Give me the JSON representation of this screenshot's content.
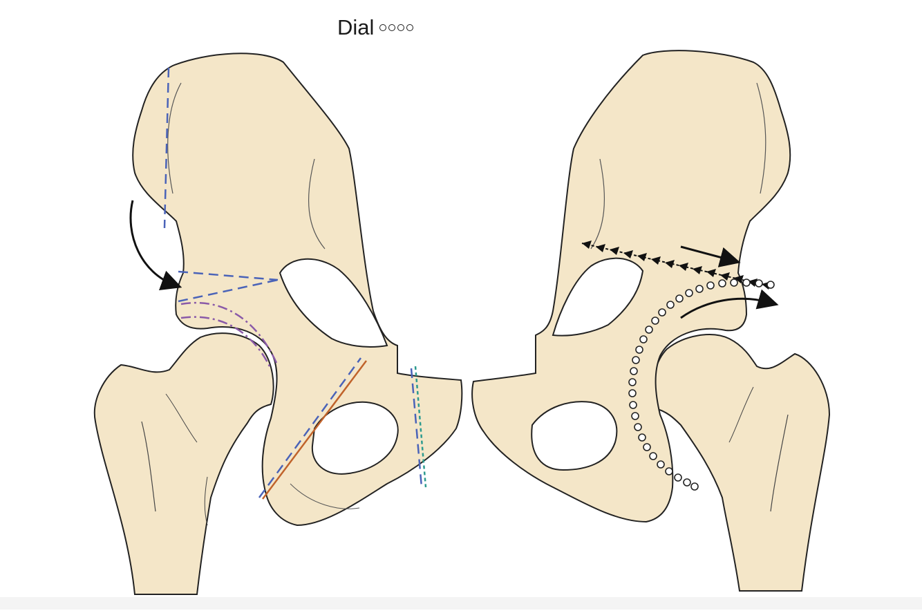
{
  "legend": {
    "label": "Dial",
    "symbol": "open-circle-dotted-line",
    "symbol_count": 4
  },
  "colors": {
    "bone_fill": "#f4e6c8",
    "bone_outline": "#222222",
    "cut_blue": "#4a63b8",
    "cut_purple": "#8a5aa8",
    "cut_orange": "#c0632b",
    "cut_teal": "#2d9b8f",
    "arrow": "#111111"
  },
  "panels": [
    {
      "name": "left-pelvis-view",
      "annotations": [
        "dashed-osteotomy-lines",
        "curved-arrow"
      ]
    },
    {
      "name": "right-pelvis-view",
      "annotations": [
        "triangle-marker-line",
        "dial-circle-line",
        "straight-arrow",
        "curved-arrow"
      ]
    }
  ]
}
